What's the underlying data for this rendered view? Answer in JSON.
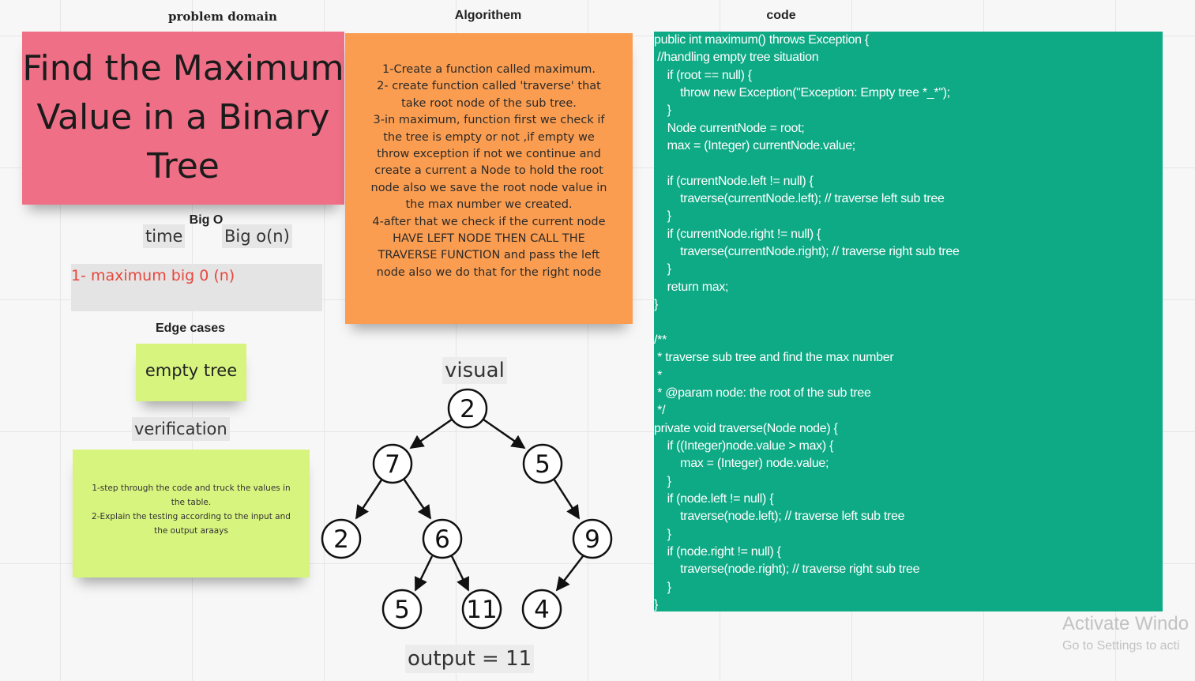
{
  "headers": {
    "problem_domain": "problem domain",
    "algorithm": "Algorithem",
    "code": "code"
  },
  "title_note": "Find the Maximum Value in a Binary Tree",
  "big_o": {
    "label": "Big O",
    "time": "time",
    "value": "Big o(n)",
    "item": "1- maximum big 0 (n)"
  },
  "edge_cases": {
    "label": "Edge cases",
    "note": "empty tree"
  },
  "verification": {
    "label": "verification",
    "note": "1-step through the code and truck the values in the table.\n2-Explain the testing according to the input and the output araays"
  },
  "algorithm_note": "1-Create a function called maximum.\n2- create function called 'traverse' that take root node of the sub tree.\n3-in maximum, function first we check if the tree is empty or not ,if empty we throw exception if not we continue and create a current a Node to hold the root node also we save the root node value in the max number we created.\n4-after that we check if the current node HAVE LEFT NODE THEN CALL THE TRAVERSE FUNCTION and pass the left node also we do that for the right node",
  "code_lines": [
    "public int maximum() throws Exception {",
    " //handling empty tree situation",
    "    if (root == null) {",
    "        throw new Exception(\"Exception: Empty tree *_*\");",
    "    }",
    "    Node currentNode = root;",
    "    max = (Integer) currentNode.value;",
    "",
    "    if (currentNode.left != null) {",
    "        traverse(currentNode.left); // traverse left sub tree",
    "    }",
    "    if (currentNode.right != null) {",
    "        traverse(currentNode.right); // traverse right sub tree",
    "    }",
    "    return max;",
    "}",
    "",
    "/**",
    " * traverse sub tree and find the max number",
    " *",
    " * @param node: the root of the sub tree",
    " */",
    "private void traverse(Node node) {",
    "    if ((Integer)node.value > max) {",
    "        max = (Integer) node.value;",
    "    }",
    "    if (node.left != null) {",
    "        traverse(node.left); // traverse left sub tree",
    "    }",
    "    if (node.right != null) {",
    "        traverse(node.right); // traverse right sub tree",
    "    }",
    "}"
  ],
  "visual": {
    "label": "visual",
    "output": "output = 11",
    "nodes": [
      "2",
      "7",
      "5",
      "2",
      "6",
      "9",
      "5",
      "11",
      "4"
    ]
  },
  "watermark": {
    "line1": "Activate Windo",
    "line2": "Go to Settings to acti"
  },
  "colors": {
    "title_note": "#ef6f86",
    "algorithm_note": "#fb9d50",
    "code_note": "#0eaa85",
    "green_note": "#d7f47f",
    "big_o_item_text": "#e8463c"
  }
}
